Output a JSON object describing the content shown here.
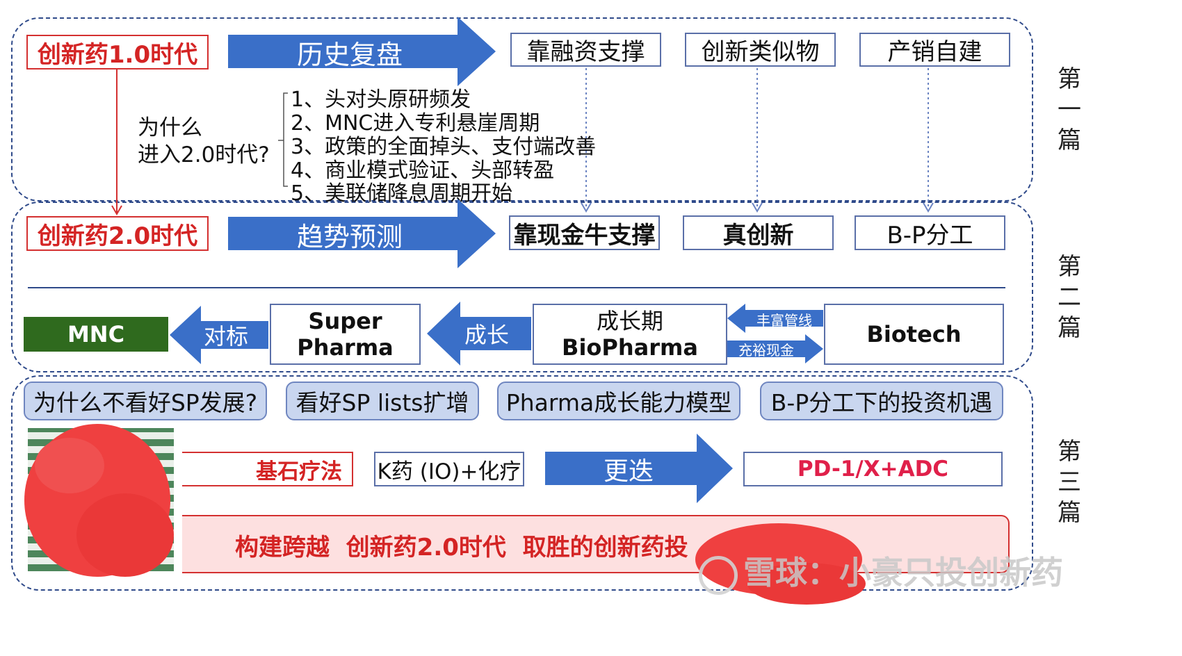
{
  "section1": {
    "era1": "创新药1.0时代",
    "arrow": "历史复盘",
    "boxes": [
      "靠融资支撑",
      "创新类似物",
      "产销自建"
    ],
    "why": [
      "为什么",
      "进入2.0时代?"
    ],
    "reasons": [
      "1、头对头原研频发",
      "2、MNC进入专利悬崖周期",
      "3、政策的全面掉头、支付端改善",
      "4、商业模式验证、头部转盈",
      "5、美联储降息周期开始"
    ]
  },
  "section2": {
    "era2": "创新药2.0时代",
    "arrow": "趋势预测",
    "boxes": [
      "靠现金牛支撑",
      "真创新",
      "B-P分工"
    ],
    "chain": {
      "mnc": "MNC",
      "benchmark": "对标",
      "super_pharma": [
        "Super",
        "Pharma"
      ],
      "grow": "成长",
      "biopharma": [
        "成长期",
        "BioPharma"
      ],
      "pipeline": "丰富管线",
      "cash": "充裕现金",
      "biotech": "Biotech"
    }
  },
  "section3": {
    "pills": [
      "为什么不看好SP发展?",
      "看好SP lists扩增",
      "Pharma成长能力模型",
      "B-P分工下的投资机遇"
    ],
    "cornerstone": "基石疗法",
    "k_drug": "K药 (IO)+化疗",
    "iterate": "更迭",
    "next": "PD-1/X+ADC",
    "banner": "构建跨越  创新药2.0时代  取胜的创新药投"
  },
  "side_labels": [
    "第一篇",
    "第二篇",
    "第三篇"
  ],
  "watermark": "雪球：小豪只投创新药",
  "colors": {
    "arrow_blue": "#3a6fc8",
    "era_red": "#d42424",
    "mnc_green": "#2f6a1e",
    "pill_blue": "#c9d6ef"
  }
}
